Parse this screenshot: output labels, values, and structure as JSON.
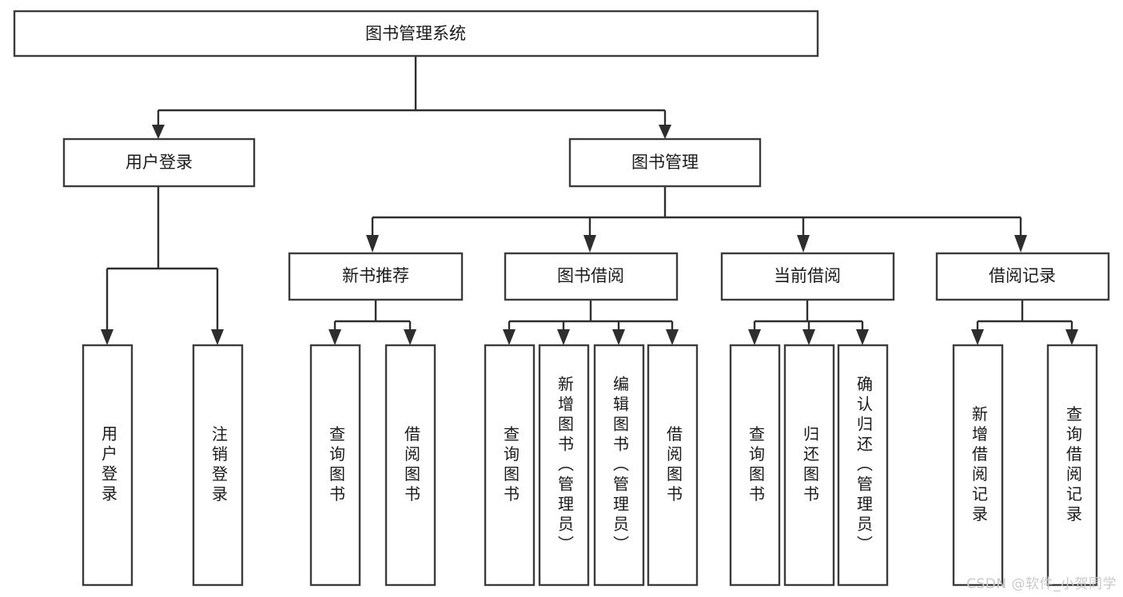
{
  "diagram": {
    "type": "tree-hierarchy",
    "title": "图书管理系统",
    "watermark": "CSDN @软件_小贺同学",
    "colors": {
      "box_fill": "#ffffff",
      "box_stroke": "#3c3c3c",
      "connector": "#2e2e2e",
      "text": "#1a1a1a",
      "watermark": "#c9c9c9",
      "background": "#ffffff"
    },
    "root": {
      "label": "图书管理系统"
    },
    "level2": [
      {
        "label": "用户登录"
      },
      {
        "label": "图书管理"
      }
    ],
    "level3": [
      {
        "label": "新书推荐"
      },
      {
        "label": "图书借阅"
      },
      {
        "label": "当前借阅"
      },
      {
        "label": "借阅记录"
      }
    ],
    "leaves": {
      "user_login": [
        {
          "label": "用户登录"
        },
        {
          "label": "注销登录"
        }
      ],
      "new_book_recommend": [
        {
          "label": "查询图书"
        },
        {
          "label": "借阅图书"
        }
      ],
      "book_borrow": [
        {
          "label": "查询图书"
        },
        {
          "label": "新增图书（管理员）"
        },
        {
          "label": "编辑图书（管理员）"
        },
        {
          "label": "借阅图书"
        }
      ],
      "current_borrow": [
        {
          "label": "查询图书"
        },
        {
          "label": "归还图书"
        },
        {
          "label": "确认归还（管理员）"
        }
      ],
      "borrow_record": [
        {
          "label": "新增借阅记录"
        },
        {
          "label": "查询借阅记录"
        }
      ]
    }
  }
}
